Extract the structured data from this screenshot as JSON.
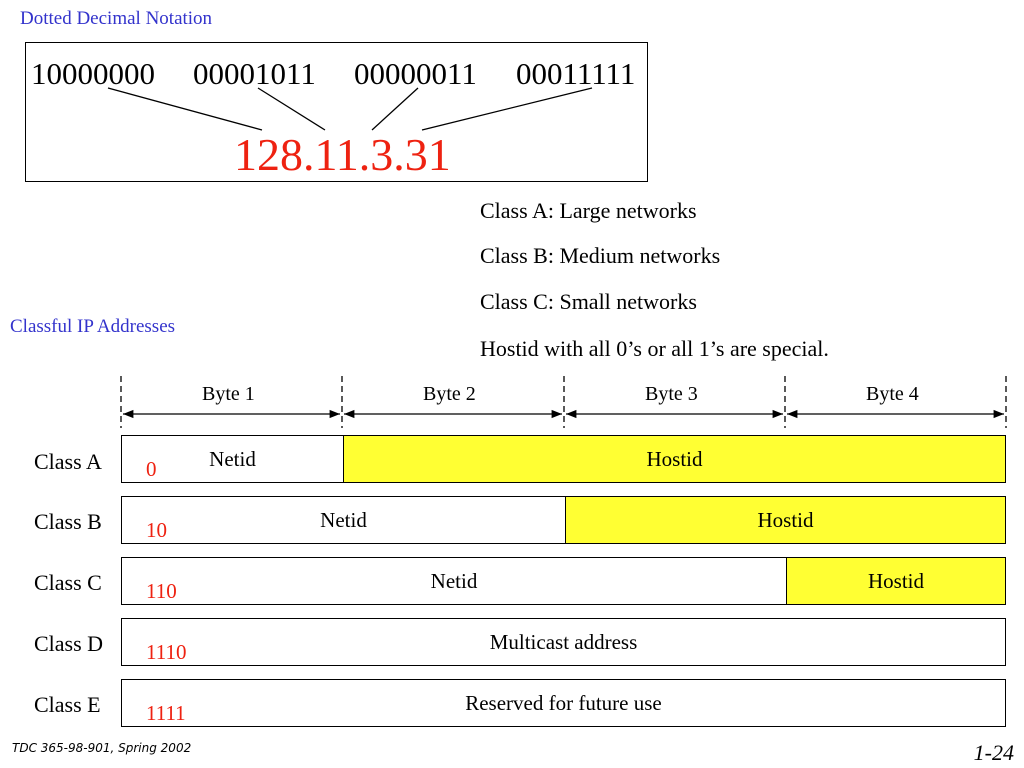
{
  "dotted": {
    "heading": "Dotted Decimal Notation",
    "binary": [
      "10000000",
      "00001011",
      "00000011",
      "00011111"
    ],
    "decimal": "128.11.3.31"
  },
  "classes_info": [
    "Class A: Large networks",
    "Class B: Medium networks",
    "Class C: Small networks",
    "Hostid with all 0’s or all 1’s are special."
  ],
  "classful": {
    "heading": "Classful IP Addresses",
    "bytes": [
      "Byte 1",
      "Byte 2",
      "Byte 3",
      "Byte 4"
    ],
    "rows": [
      {
        "label": "Class A",
        "prefix": "0",
        "netid": "Netid",
        "hostid": "Hostid"
      },
      {
        "label": "Class B",
        "prefix": "10",
        "netid": "Netid",
        "hostid": "Hostid"
      },
      {
        "label": "Class C",
        "prefix": "110",
        "netid": "Netid",
        "hostid": "Hostid"
      },
      {
        "label": "Class D",
        "prefix": "1110",
        "text": "Multicast address"
      },
      {
        "label": "Class E",
        "prefix": "1111",
        "text": "Reserved for future use"
      }
    ]
  },
  "colors": {
    "accent": "#ee2211",
    "host": "#ffff33",
    "heading": "#3333cc"
  },
  "footer": {
    "left": "TDC 365-98-901, Spring 2002",
    "right": "1-24"
  }
}
